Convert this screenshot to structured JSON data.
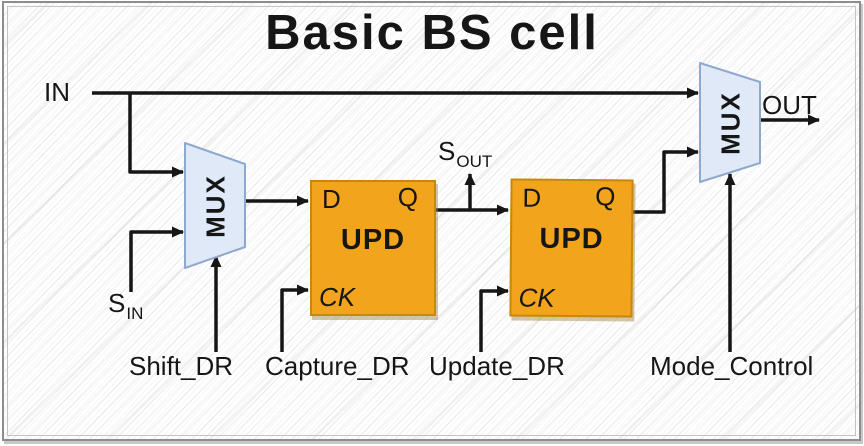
{
  "title": "Basic BS cell",
  "colors": {
    "block_fill": "#F1A41C",
    "block_border": "#C9880D",
    "mux_fill": "#DFE9F8",
    "mux_border": "#8FA9CC",
    "wire": "#161616",
    "background": "#FFFFFF"
  },
  "labels": {
    "in": "IN",
    "out": "OUT",
    "s_in": {
      "base": "S",
      "sub": "IN"
    },
    "s_out": {
      "base": "S",
      "sub": "OUT"
    },
    "shift_dr": "Shift_DR",
    "capture_dr": "Capture_DR",
    "update_dr": "Update_DR",
    "mode_control": "Mode_Control"
  },
  "mux_left": {
    "label": "MUX"
  },
  "mux_right": {
    "label": "MUX"
  },
  "flipflops": [
    {
      "d": "D",
      "q": "Q",
      "label": "UPD",
      "ck": "CK"
    },
    {
      "d": "D",
      "q": "Q",
      "label": "UPD",
      "ck": "CK"
    }
  ]
}
